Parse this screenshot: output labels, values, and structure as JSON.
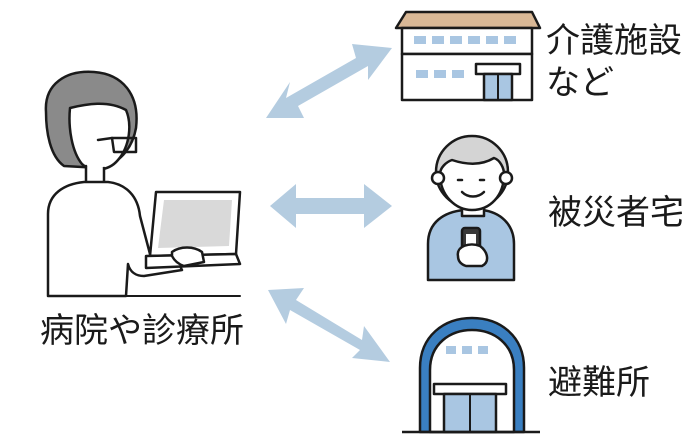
{
  "origin": {
    "label": "病院や診療所"
  },
  "destinations": [
    {
      "id": "care",
      "label_line1": "介護施設",
      "label_line2": "など",
      "icon": "care-facility-building-icon"
    },
    {
      "id": "home",
      "label_line1": "被災者宅",
      "icon": "elderly-person-with-smartphone-icon"
    },
    {
      "id": "shelter",
      "label_line1": "避難所",
      "icon": "evacuation-shelter-building-icon"
    }
  ],
  "colors": {
    "arrow": "#b4cce0",
    "accent_blue": "#3a7fc1",
    "window_blue": "#a9c6e2",
    "skin": "#ffffff",
    "hair_gray": "#8a8a8a",
    "light_hair": "#d4d4d4",
    "roof": "#d9b896",
    "outline": "#1a1a1a"
  }
}
